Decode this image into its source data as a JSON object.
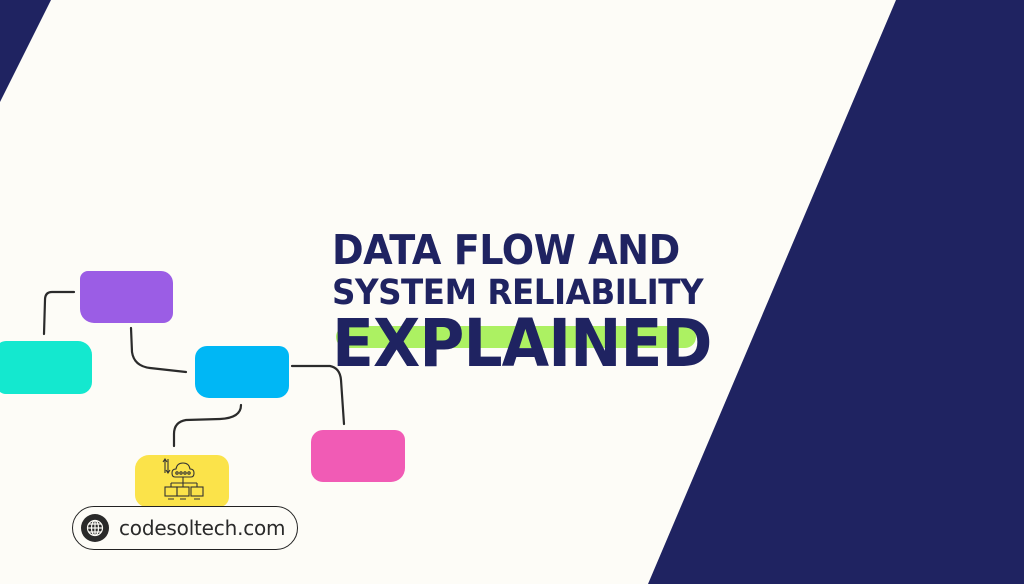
{
  "title": {
    "line1": "DATA FLOW AND",
    "line2": "SYSTEM RELIABILITY",
    "line3": "EXPLAINED"
  },
  "website": {
    "label": "codesoltech.com",
    "icon": "globe-icon"
  },
  "diagram": {
    "nodes": [
      {
        "id": "purple-node",
        "color": "#9b5de5"
      },
      {
        "id": "teal-node",
        "color": "#14e8cf"
      },
      {
        "id": "blue-node",
        "color": "#00b7f5"
      },
      {
        "id": "pink-node",
        "color": "#f15bb5"
      },
      {
        "id": "yellow-node",
        "color": "#fbe34a",
        "icon": "cloud-network-icon"
      }
    ]
  },
  "colors": {
    "background": "#fdfcf7",
    "navy": "#1f2361",
    "highlight": "#a8f05a"
  }
}
